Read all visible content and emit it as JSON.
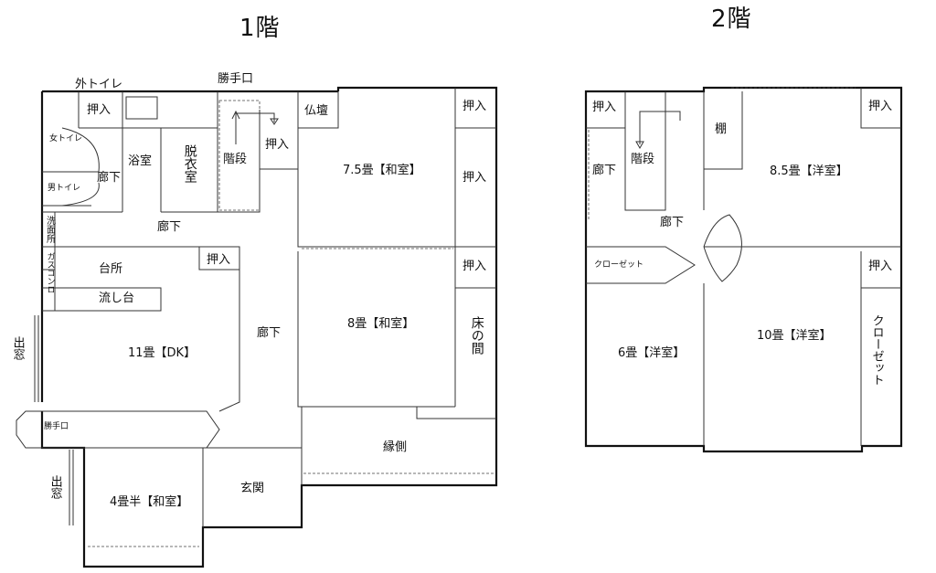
{
  "floor1": {
    "title": "1階",
    "rooms": {
      "outer_toilet": "外トイレ",
      "kitchen_door_top": "勝手口",
      "closet_a": "押入",
      "womens_toilet": "女トイレ",
      "corridor_small": "廊下",
      "mens_toilet": "男トイレ",
      "bath": "浴室",
      "changing": "脱衣室",
      "stairs": "階段",
      "closet_b": "押入",
      "altar": "仏壇",
      "washroom": "洗面所",
      "corridor_main": "廊下",
      "gas_stove": "ガスコンロ",
      "kitchen": "台所",
      "closet_c": "押入",
      "sink": "流し台",
      "window_left": "出窓",
      "dk": "11畳【DK】",
      "corridor_center": "廊下",
      "kitchen_door_side": "勝手口",
      "window_bottom": "出窓",
      "room_45": "4畳半【和室】",
      "entrance": "玄関",
      "veranda": "縁側",
      "room_75": "7.5畳【和室】",
      "closet_d": "押入",
      "closet_e": "押入",
      "closet_f": "押入",
      "room_8": "8畳【和室】",
      "tokonoma": "床の間"
    }
  },
  "floor2": {
    "title": "2階",
    "rooms": {
      "closet_a": "押入",
      "corridor_left": "廊下",
      "stairs": "階段",
      "shelf": "棚",
      "closet_b": "押入",
      "room_85": "8.5畳【洋室】",
      "corridor_center": "廊下",
      "closet_small": "クローゼット",
      "closet_c": "押入",
      "room_6": "6畳【洋室】",
      "room_10": "10畳【洋室】",
      "closet_vertical": "クローゼット"
    }
  }
}
